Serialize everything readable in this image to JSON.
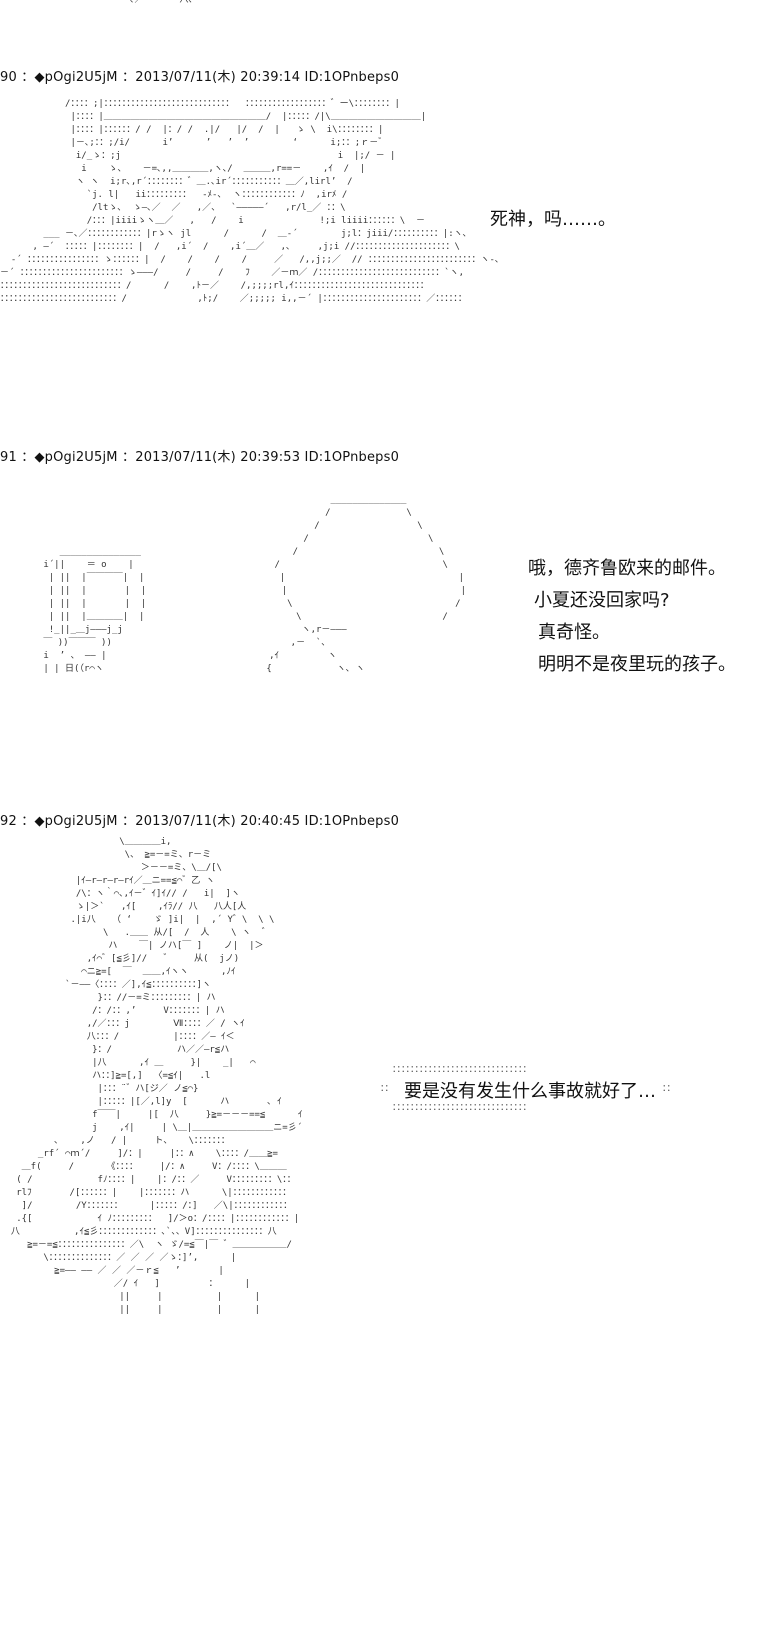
{
  "top_fragment": "､／　　　　八､",
  "posts": [
    {
      "header": "90 ：◆pOgi2U5jM ：2013/07/11(木) 20:39:14 ID:1OPnbeps0",
      "speech": [
        "死神，吗……。"
      ]
    },
    {
      "header": "91 ：◆pOgi2U5jM ：2013/07/11(木) 20:39:53 ID:1OPnbeps0",
      "speech": [
        "哦，德齐鲁欧来的邮件。",
        "小夏还没回家吗?",
        "真奇怪。",
        "明明不是夜里玩的孩子。"
      ]
    },
    {
      "header": "92 ：◆pOgi2U5jM ：2013/07/11(木) 20:40:45 ID:1OPnbeps0",
      "speech": [
        "要是没有发生什么事故就好了…"
      ]
    }
  ],
  "art": {
    "shinigami": "            /：：：：;|：：：：：：：：：：：：：：：：：：：：：：：：：：：：  ：：：：：：：：：：：：：：：：：：゛ー\\：：：：：：：：|\n             |：：：：|＿＿＿＿＿＿＿＿＿＿＿＿＿＿＿＿＿＿/  |：：：：：/|\\＿＿＿＿＿＿＿＿＿＿|\n             |：：：：|：：：：：：/ /  |：/ /  .|/   |/  /  |   ゝ \\  i\\：：：：：：：：|\n             |－､;：：;/i/      i’      ’   ’  ’        ‘      i;：：;ｒ－゛\n              i/_ゝ：;j                                        i  |;/ － |\n               i    ゝ、   －=､,,＿＿＿＿,ヽ､/  ＿＿＿,r==－    ,ｲ  /  |\n              ヽ ヽ  i;r､,r´：：：：：：：：゛＿.､ir´：：：：：：：：：：：＿／,lirl’  /\n                `j. l|   ii：：：：：：：：：  -ﾒ-､  ヽ：：：：：：：：：：：：ﾉ  ,irﾒ /\n                 /ltゝ､  ゝ―､／  ／   ,／、  `―――――´   ,r/l_／ ：：\\\n                /：：：|iiiiゝヽ＿／   ,   /    i              !;i liiii：：：：：：\\  －\n        ___ －､／：：：：：：：：：：：：|rゝヽ jl      /      /  ＿-´        j;l：jiii/：：：：：：：：：：|:ヽ､\n      , ―´  ：：：：：|：：：：：：：：|  /   ,i´  /    ,i´＿／   ,､     ,j;i //：：：：：：：：：：：：：：：：：：：：：\\\n  -´ ：：：：：：：：：：：：：：：：ゝ：：：：：：|  /    /    /    /     ／   /,,j;;／  // ：：：：：：：：：：：：：：：：：：：：：：：：ヽ-､\n－´ ：：：：：：：：：：：：：：：：：：：：：：：ゝ―――/     /     /    ﾌ    ／－ｍ／ /：：：：：：：：：：：：：：：：：：：：：：：：：：：`ヽ,\n：：：：：：：：：：：：：：：：：：：：：：：：：：：/      /    ,ﾄ－／    /,;;;;rl,ｲ：：：：：：：：：：：：：：：：：：：：：：：：：：：：：\n：：：：：：：：：：：：：：：：：：：：：：：：：：/             ,ﾄ;/    ／;;;;; i,,－´ |：：：：：：：：：：：：：：：：：：：：：：／：：：：：：",
    "phone_scene": "                                                             ______________\n                                                            /              \\\n                                                          /                  \\\n                                                        /                      \\\n           _______________                            /                          \\\n        i´||    ＝ o    |                          /                              \\\n         | ||  |￣￣￣￣|  |                         |                                |\n         | ||  |       |  |                         |                                |\n         | ||  |       |  |                          \\                              /\n         | ||  |＿＿＿＿|  |                            \\                          /\n         !_||_＿j―――j_j                                 ヽ,r－―――\n        ￣ ))￣￣￣ ))                                 ,－  `､\n        i  ’ 、 ―― |                              ,ｲ         ヽ\n        | | 日(（r⌒ヽ                              {            ヽ､ ヽ",
    "girl": "                      \\＿＿＿＿i,\n                       \\、 ≧=－=ミ、r－ミ\n                          ＞－－=ミ、\\＿/[\\\n              |ｲ―r―r―r―rｲ／＿ニ==≦⌒゛乙 ヽ\n              /\\：ヽ｀⌒､,ｲ－゛ｲ]ｲ// /   i|  ]ヽ\n              ゝ|＞`   ,ｲ[    ,ｲﾗ// 八   八人[人\n             .|i八   （ ‘    ゞ ]i|  |  ,´ Y゛\\  \\ \\\n                   \\   .＿＿ 从/[  /  人    \\ ヽ  ゛\n                    ハ    ￣| ノハ[￣ ]    ノ|  |＞\n                ,ｲ⌒゛[≦彡]//   ゛    从(  jノ)\n               ⌒ニ≧=[  ￣  ＿＿,ｲヽヽ      ,ﾉｲ\n            `－――〈：：：：／],ｲ≦：：：：：：：：：：]ヽ\n                  }：：//－=ミ：：：：：：：：：| ハ\n                 /：/：：,’     V：：：：：：：| ハ\n                ,/／：：：j        Ⅶ：：：：／ / ヽｲ\n                八：：：/          |：：：：／― ｲ＜\n                 }：/            ハ／／―r≦ハ\n                 |八      ,ｲ ＿     }|    _|   ⌒\n                 ハ：：]≧=[,]  〈=≦ｲ|   .l\n                  |：：：¨゛ハ[ジ／ ノ≦⌒}\n                  |：：：：：|[／,l]y  [      ハ       ､ ｲ\n                 f￣￣|     |[  八     }≧=－－－==≦      ｲ\n                 j    ,ｲ|     | \\＿|＿＿＿＿＿＿＿＿＿ニ=彡´\n          ､    ,ノ   / |     ト、   \\：：：：：：：\n       _rf´ ⌒ｍ´/     ]/：|     |：：∧    \\：：：：/＿＿≧=\n    ＿f(     /      《：：：：    |/：∧     V：/：：：：\\＿＿＿\n   ( /            fﾉ：：：：|    |：/：：／     V：：：：：：：：：\\：：\n   rlﾌ       /[：：：：：：|    |：：：：：：：ハ      \\|：：：：：：：：：：：：\n    ]/        /Y：：：：：：：     |：：：：：/：]   ／\\|：：：：：：：：：：：：\n   .{[            ｲ ﾉ：：：：：：：：：  ]/＞o：/：：：：|：：：：：：：：：：：：|\n  八          ,ｲ≦彡：：：：：：：：：：：：：､`、、V]：：：：：：：：：：：：：：：八\n     ≧=－=≦：：：：：：：：：：：：：：：／\\  ヽ ゞ/=≦￣|￣ ゛＿＿＿＿＿＿/\n        \\：：：：：：：：：：：：：：／ ／ ／ ／ゝ：]’,      |\n          ≧=―― ―― ／ ／ ／－ｒ≦   ’       |\n                     ／/ ｲ   ]         ：     |\n                      ||     |          |      |\n                      ||     |          |      |"
  },
  "dotted_frame": {
    "top": "：：：：：：：：：：：：：：：：：：：：：：：：：：：：：：",
    "side": "：：",
    "bottom": "：：：：：：：：：：：：：：：：：：：：：：：：：：：：：："
  }
}
